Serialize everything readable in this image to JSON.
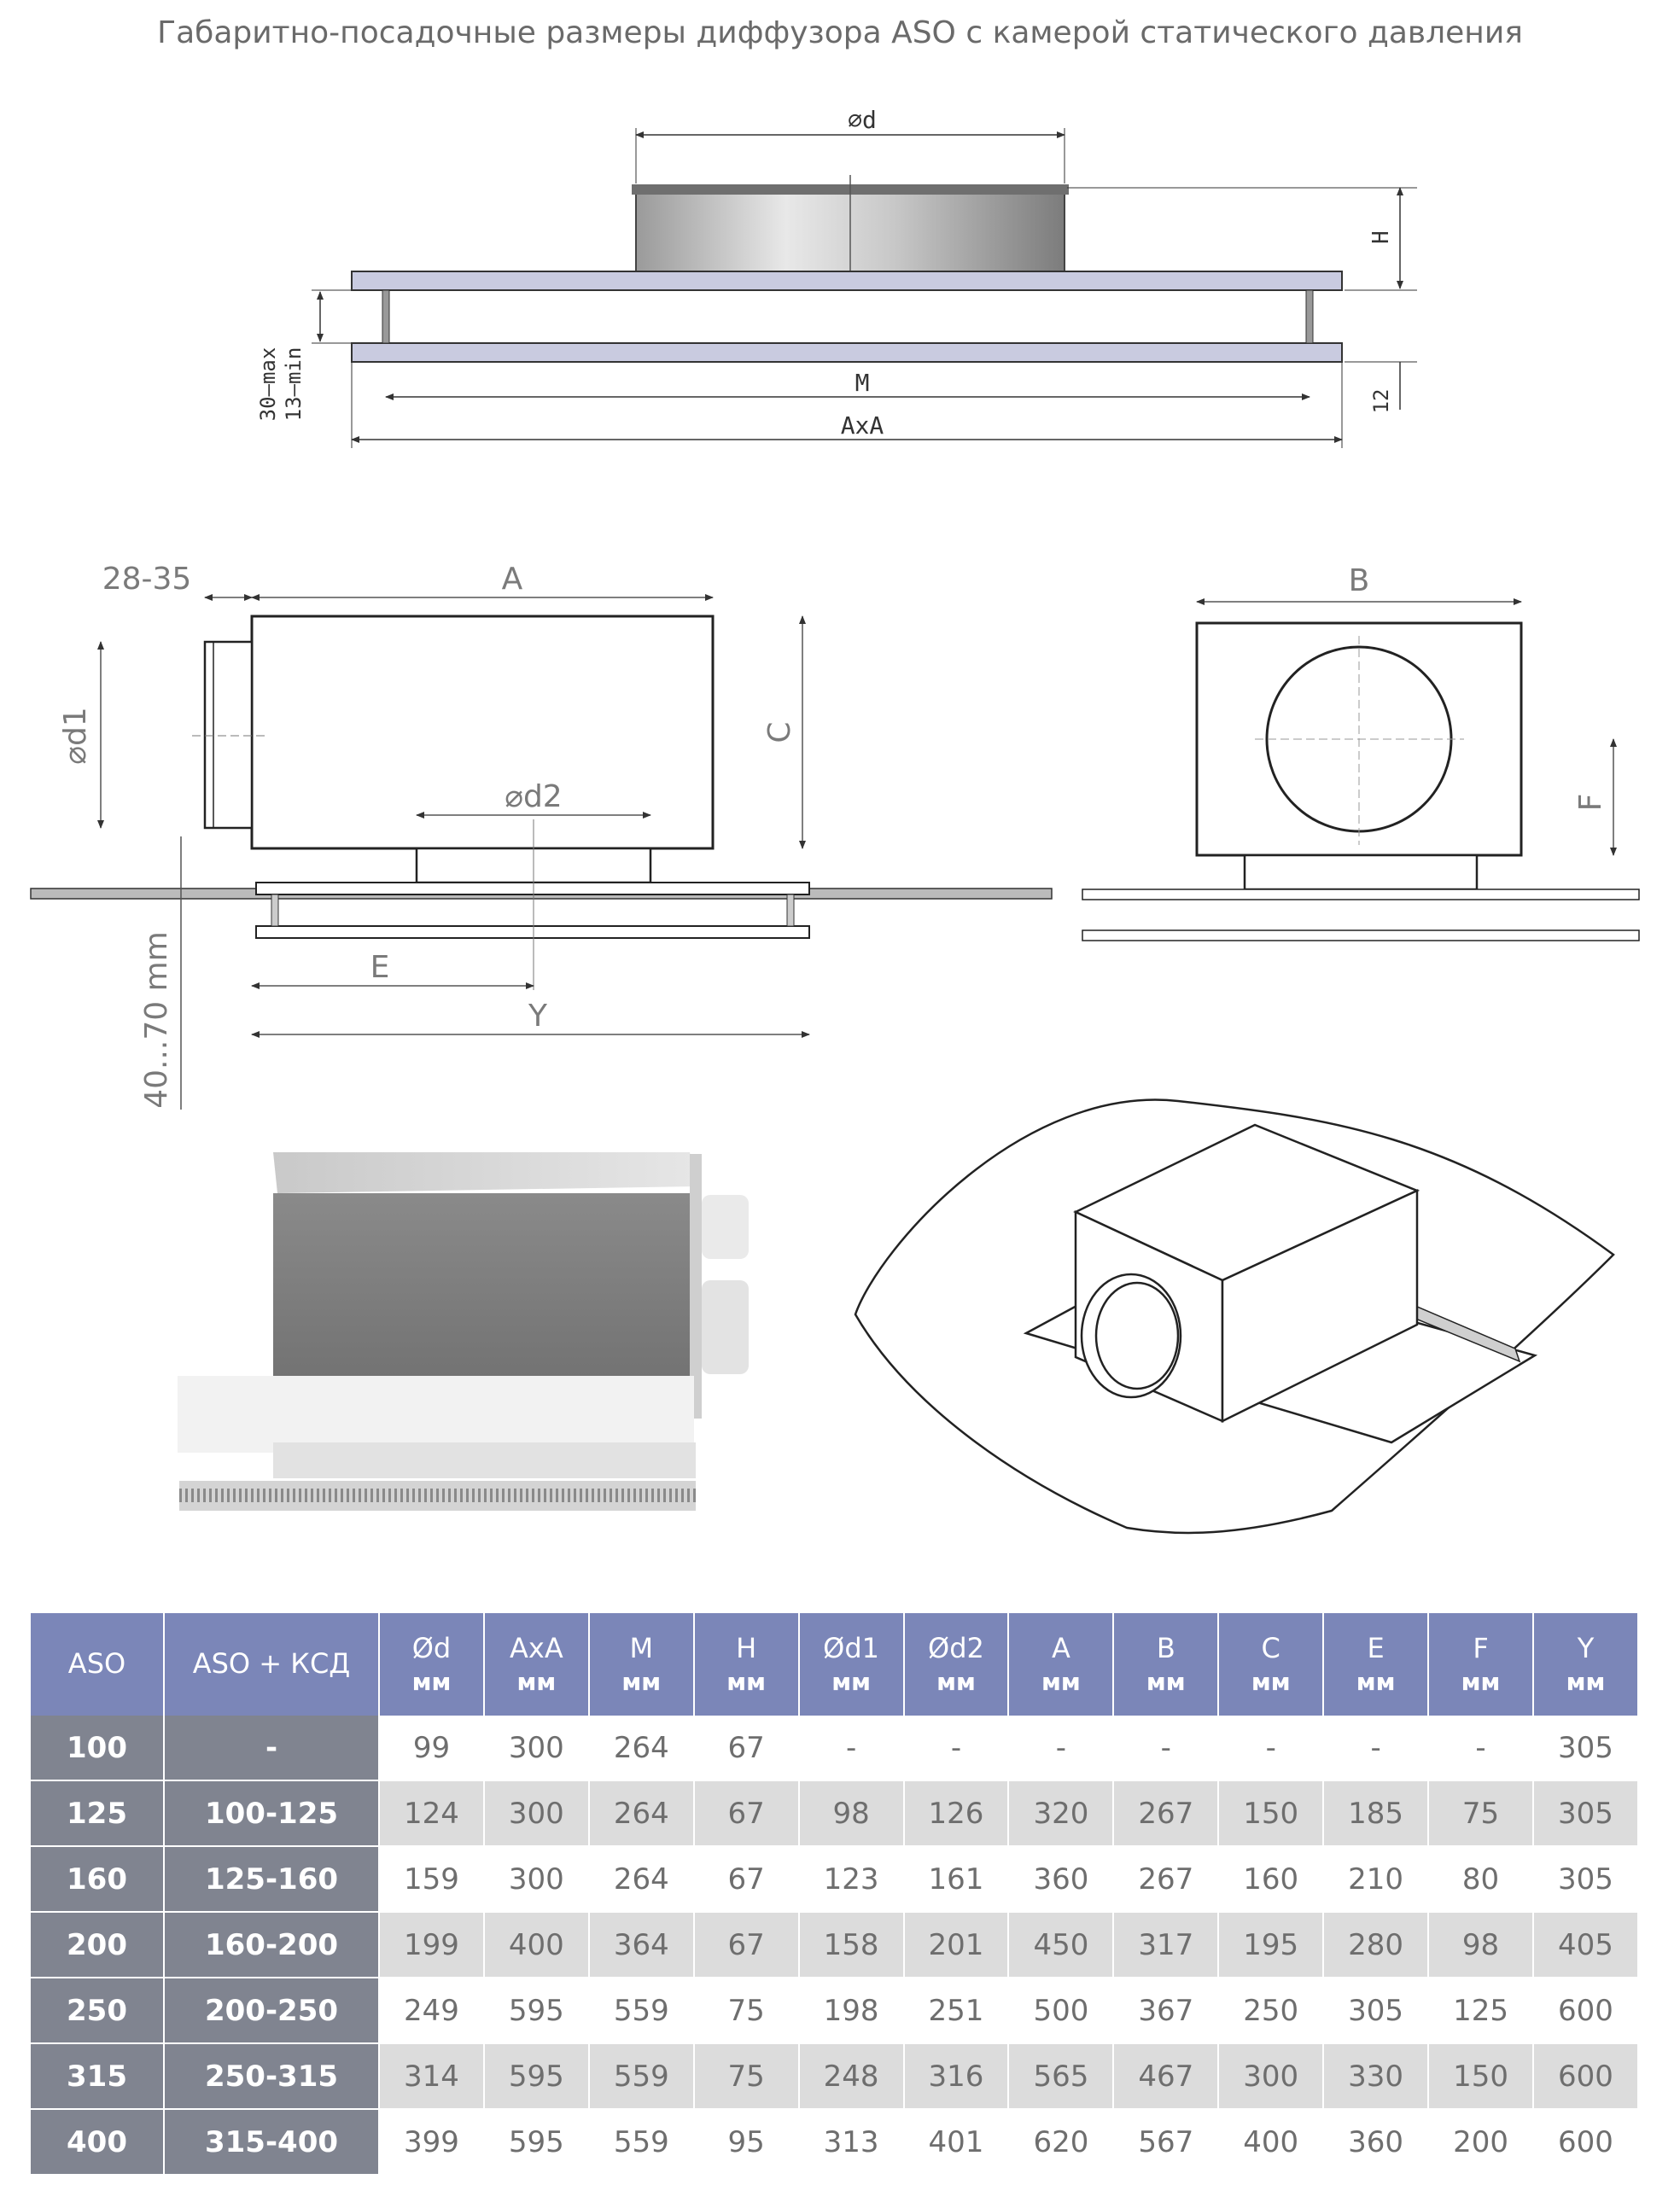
{
  "title": "Габаритно-посадочные размеры диффузора ASO с камерой статического давления",
  "drawing_labels": {
    "top": {
      "d": "⌀d",
      "h": "H",
      "max": "30–max",
      "min": "13–min",
      "m": "M",
      "axa": "AxA",
      "twelve": "12"
    },
    "side": {
      "range": "28-35",
      "a": "A",
      "d1": "⌀d1",
      "c": "C",
      "d2": "⌀d2",
      "e": "E",
      "y": "Y",
      "mm": "40...70 mm"
    },
    "front": {
      "b": "B",
      "f": "F"
    }
  },
  "table": {
    "headers": [
      {
        "name": "ASO",
        "unit": ""
      },
      {
        "name": "ASO + КСД",
        "unit": ""
      },
      {
        "name": "Ød",
        "unit": "мм"
      },
      {
        "name": "AxA",
        "unit": "мм"
      },
      {
        "name": "M",
        "unit": "мм"
      },
      {
        "name": "H",
        "unit": "мм"
      },
      {
        "name": "Ød1",
        "unit": "мм"
      },
      {
        "name": "Ød2",
        "unit": "мм"
      },
      {
        "name": "A",
        "unit": "мм"
      },
      {
        "name": "B",
        "unit": "мм"
      },
      {
        "name": "C",
        "unit": "мм"
      },
      {
        "name": "E",
        "unit": "мм"
      },
      {
        "name": "F",
        "unit": "мм"
      },
      {
        "name": "Y",
        "unit": "мм"
      }
    ],
    "rows": [
      [
        "100",
        "-",
        "99",
        "300",
        "264",
        "67",
        "-",
        "-",
        "-",
        "-",
        "-",
        "-",
        "-",
        "305"
      ],
      [
        "125",
        "100-125",
        "124",
        "300",
        "264",
        "67",
        "98",
        "126",
        "320",
        "267",
        "150",
        "185",
        "75",
        "305"
      ],
      [
        "160",
        "125-160",
        "159",
        "300",
        "264",
        "67",
        "123",
        "161",
        "360",
        "267",
        "160",
        "210",
        "80",
        "305"
      ],
      [
        "200",
        "160-200",
        "199",
        "400",
        "364",
        "67",
        "158",
        "201",
        "450",
        "317",
        "195",
        "280",
        "98",
        "405"
      ],
      [
        "250",
        "200-250",
        "249",
        "595",
        "559",
        "75",
        "198",
        "251",
        "500",
        "367",
        "250",
        "305",
        "125",
        "600"
      ],
      [
        "315",
        "250-315",
        "314",
        "595",
        "559",
        "75",
        "248",
        "316",
        "565",
        "467",
        "300",
        "330",
        "150",
        "600"
      ],
      [
        "400",
        "315-400",
        "399",
        "595",
        "559",
        "95",
        "313",
        "401",
        "620",
        "567",
        "400",
        "360",
        "200",
        "600"
      ]
    ]
  }
}
